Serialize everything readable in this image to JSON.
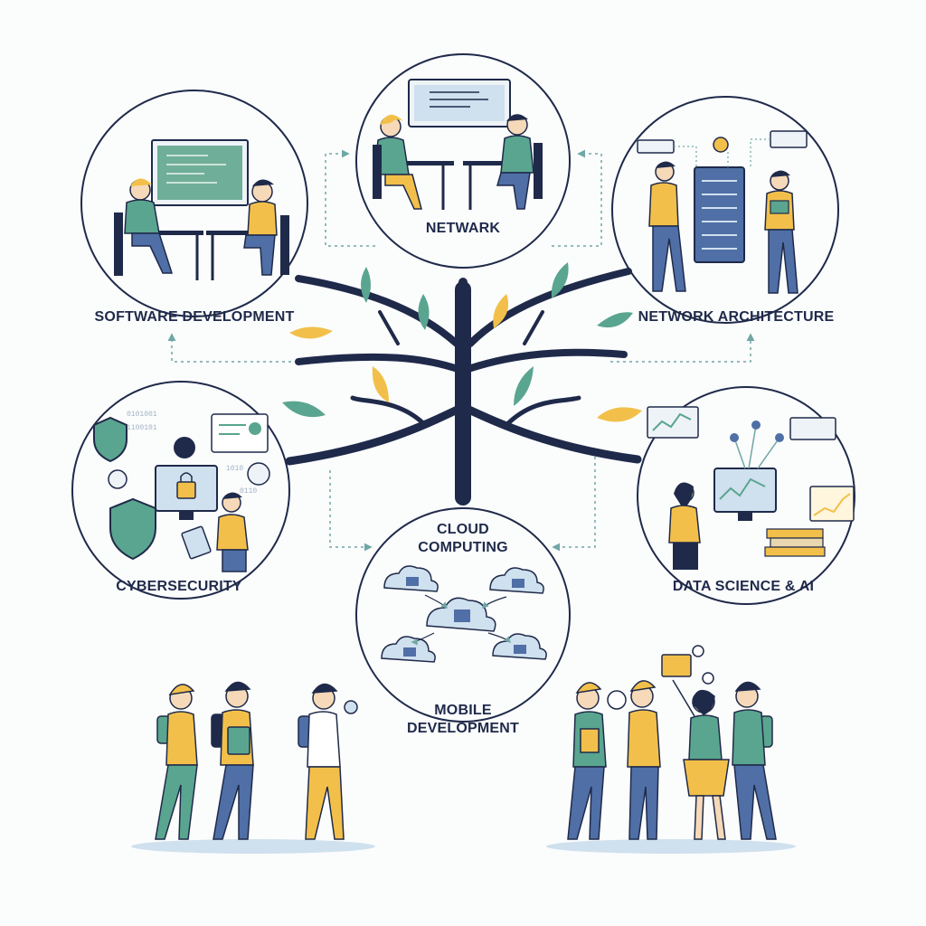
{
  "colors": {
    "navy": "#1f2a4a",
    "teal": "#5aa58f",
    "yellow": "#f2c04a",
    "lightblue": "#cfe0ee",
    "dashed": "#6fa7a5",
    "screen": "#6fae98"
  },
  "diagram": {
    "center": "tree",
    "nodes": [
      {
        "id": "software",
        "label": "SOFTWARE DEVELOPMENT",
        "icon": "developers-at-desks-icon"
      },
      {
        "id": "network",
        "label": "NETWARK",
        "icon": "pair-coding-icon"
      },
      {
        "id": "network-arch",
        "label": "NETWORK ARCHITECTURE",
        "icon": "server-rack-icon"
      },
      {
        "id": "cyber",
        "label": "CYBERSECURITY",
        "icon": "shield-lock-icon"
      },
      {
        "id": "cloud",
        "label": "CLOUD COMPUTING",
        "icon": "cloud-network-icon"
      },
      {
        "id": "data",
        "label": "DATA SCIENCE & AI",
        "icon": "data-dashboard-icon"
      },
      {
        "id": "mobile",
        "label": "MOBILE DEVELOPMENT",
        "icon": "students-walking-icon"
      }
    ]
  }
}
